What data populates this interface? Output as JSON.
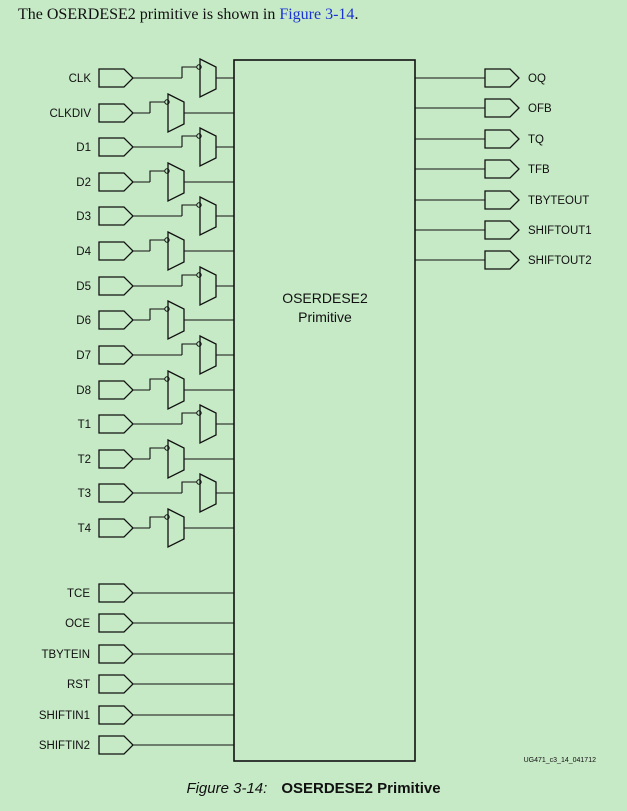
{
  "intro": {
    "prefix": "The OSERDESE2 primitive is shown in ",
    "link": "Figure 3-14",
    "suffix": "."
  },
  "diagram": {
    "block_title": "OSERDESE2",
    "block_subtitle": "Primitive",
    "inputs_muxed": [
      "CLK",
      "CLKDIV",
      "D1",
      "D2",
      "D3",
      "D4",
      "D5",
      "D6",
      "D7",
      "D8",
      "T1",
      "T2",
      "T3",
      "T4"
    ],
    "inputs_plain": [
      "TCE",
      "OCE",
      "TBYTEIN",
      "RST",
      "SHIFTIN1",
      "SHIFTIN2"
    ],
    "outputs": [
      "OQ",
      "OFB",
      "TQ",
      "TFB",
      "TBYTEOUT",
      "SHIFTOUT1",
      "SHIFTOUT2"
    ],
    "figure_id": "UG471_c3_14_041712"
  },
  "caption": {
    "number": "Figure 3-14:",
    "title": "OSERDESE2 Primitive"
  },
  "colors": {
    "background": "#c6e9c6",
    "link": "#1a33d6",
    "stroke": "#111111"
  }
}
